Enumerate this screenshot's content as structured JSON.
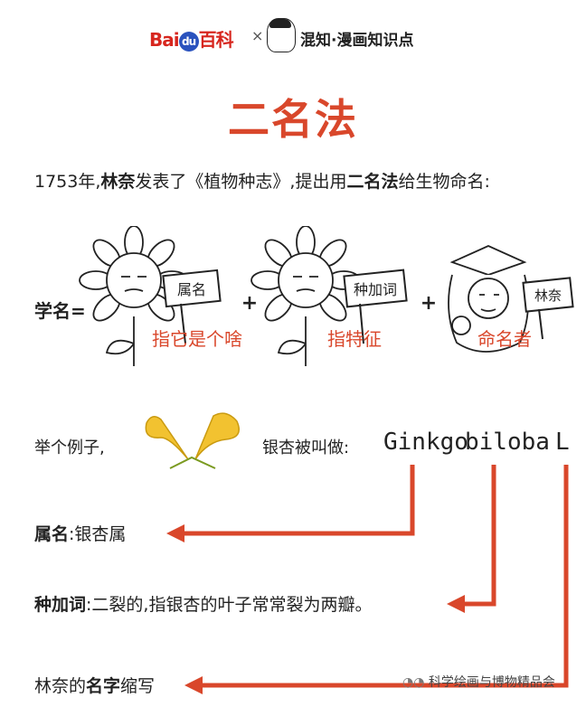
{
  "header": {
    "baidu_text": "Bai",
    "baidu_du": "du",
    "baidu_baike": "百科",
    "cross": "×",
    "brand": "混知·漫画知识点"
  },
  "title": "二名法",
  "intro": {
    "p1": "1753年,",
    "linnaeus": "林奈",
    "p2": "发表了《植物种志》,提出用",
    "method": "二名法",
    "p3": "给生物命名:"
  },
  "formula": {
    "label": "学名=",
    "plus": "+",
    "sign1": "属名",
    "sign2": "种加词",
    "sign3": "林奈",
    "caption1": "指它是个啥",
    "caption2": "指特征",
    "caption3": "命名者"
  },
  "example": {
    "label": "举个例子,",
    "called": "银杏被叫做:",
    "genus": "Ginkgo",
    "species": "biloba",
    "author": "L"
  },
  "explanations": {
    "genus_label": "属名",
    "genus_text": ":银杏属",
    "species_label": "种加词",
    "species_text": ":二裂的,指银杏的叶子常常裂为两瓣。",
    "author_prefix": "林奈的",
    "author_bold": "名字",
    "author_suffix": "缩写"
  },
  "watermark": "科学绘画与博物精品会",
  "colors": {
    "accent": "#d9472b",
    "baidu_red": "#d7261e",
    "baidu_blue": "#2a52be"
  }
}
